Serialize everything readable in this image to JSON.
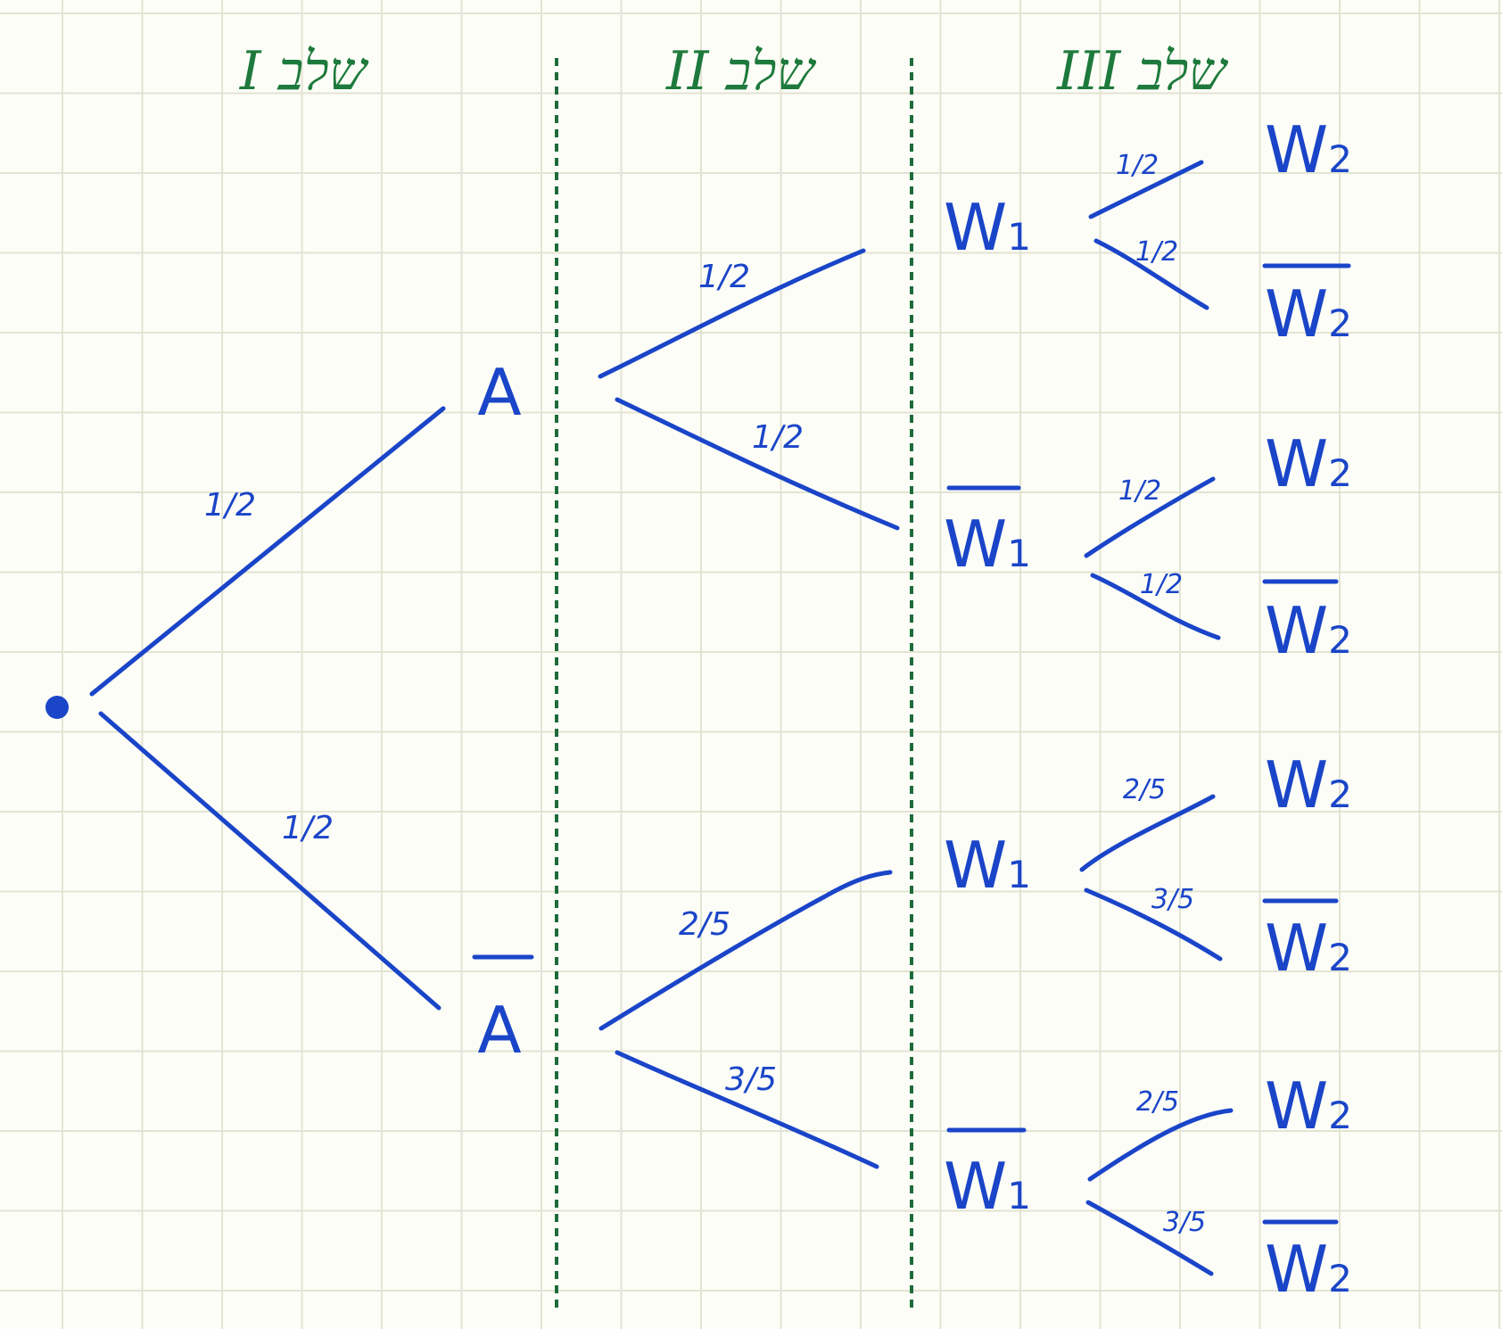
{
  "stages": [
    "שלב I",
    "שלב II",
    "שלב III"
  ],
  "level1": {
    "nodes": [
      {
        "letter": "A",
        "over": false
      },
      {
        "letter": "A",
        "over": true
      }
    ],
    "probs": [
      "1/2",
      "1/2"
    ]
  },
  "level2": {
    "nodes": [
      {
        "letter": "W",
        "sub": "1",
        "over": false
      },
      {
        "letter": "W",
        "sub": "1",
        "over": true
      },
      {
        "letter": "W",
        "sub": "1",
        "over": false
      },
      {
        "letter": "W",
        "sub": "1",
        "over": true
      }
    ],
    "probs": [
      "1/2",
      "1/2",
      "2/5",
      "3/5"
    ]
  },
  "level3": {
    "nodes": [
      {
        "letter": "W",
        "sub": "2",
        "over": false
      },
      {
        "letter": "W",
        "sub": "2",
        "over": true
      },
      {
        "letter": "W",
        "sub": "2",
        "over": false
      },
      {
        "letter": "W",
        "sub": "2",
        "over": true
      },
      {
        "letter": "W",
        "sub": "2",
        "over": false
      },
      {
        "letter": "W",
        "sub": "2",
        "over": true
      },
      {
        "letter": "W",
        "sub": "2",
        "over": false
      },
      {
        "letter": "W",
        "sub": "2",
        "over": true
      }
    ],
    "probs": [
      "1/2",
      "1/2",
      "1/2",
      "1/2",
      "2/5",
      "3/5",
      "2/5",
      "3/5"
    ]
  }
}
